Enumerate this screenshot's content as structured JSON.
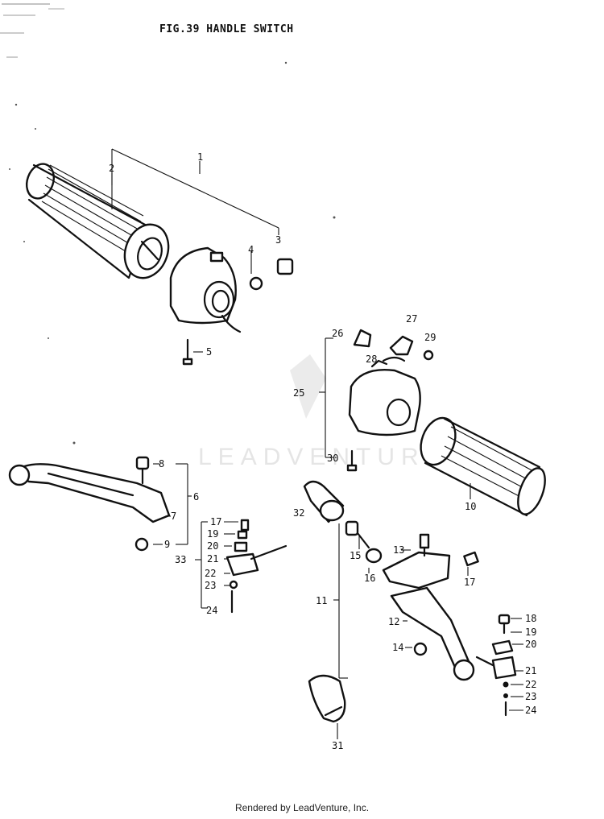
{
  "title": "FIG.39  HANDLE SWITCH",
  "footer": "Rendered by LeadVenture, Inc.",
  "watermark": "LEADVENTURE",
  "callouts": {
    "c1": "1",
    "c2": "2",
    "c3": "3",
    "c4": "4",
    "c5": "5",
    "c6": "6",
    "c7": "7",
    "c8": "8",
    "c9": "9",
    "c10": "10",
    "c11": "11",
    "c12": "12",
    "c13": "13",
    "c14": "14",
    "c15": "15",
    "c16": "16",
    "c17a": "17",
    "c17b": "17",
    "c18": "18",
    "c19a": "19",
    "c19b": "19",
    "c20a": "20",
    "c20b": "20",
    "c21a": "21",
    "c21b": "21",
    "c22a": "22",
    "c22b": "22",
    "c23a": "23",
    "c23b": "23",
    "c24a": "24",
    "c24b": "24",
    "c25": "25",
    "c26": "26",
    "c27": "27",
    "c28": "28",
    "c29": "29",
    "c30": "30",
    "c31": "31",
    "c32": "32",
    "c33": "33"
  }
}
